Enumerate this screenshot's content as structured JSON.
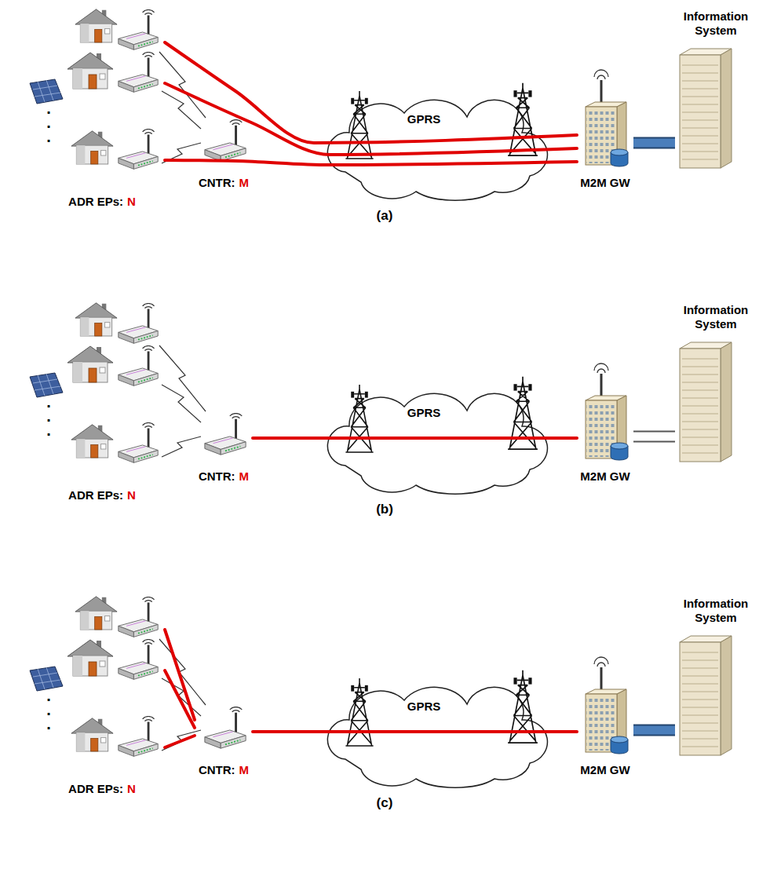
{
  "diagram": {
    "nodes": [
      {
        "text": [
          "ADR EPs:",
          "N"
        ]
      },
      {
        "text": [
          "CNTR:",
          "M"
        ]
      },
      {
        "text": [
          "GPRS"
        ]
      },
      {
        "text": [
          "M2M GW"
        ]
      },
      {
        "text": [
          "Information System"
        ]
      },
      {
        "text": [
          "ADR EPs:",
          "N"
        ]
      },
      {
        "text": [
          "CNTR:",
          "M"
        ]
      },
      {
        "text": [
          "GPRS"
        ]
      },
      {
        "text": [
          "M2M GW"
        ]
      },
      {
        "text": [
          "Information System"
        ]
      },
      {
        "text": [
          "ADR EPs:",
          "N"
        ]
      },
      {
        "text": [
          "CNTR:",
          "M"
        ]
      },
      {
        "text": [
          "GPRS"
        ]
      },
      {
        "text": [
          "M2M GW"
        ]
      },
      {
        "text": [
          "Information System"
        ]
      }
    ],
    "edges": [
      {
        "from": 0,
        "to": 3,
        "arrow": "none"
      },
      {
        "from": 0,
        "to": 3,
        "arrow": "none"
      },
      {
        "from": 0,
        "to": 3,
        "arrow": "none"
      },
      {
        "from": 3,
        "to": 4,
        "arrow": "none"
      },
      {
        "from": 6,
        "to": 8,
        "arrow": "none"
      },
      {
        "from": 8,
        "to": 9,
        "arrow": "none"
      },
      {
        "from": 10,
        "to": 11,
        "arrow": "none"
      },
      {
        "from": 10,
        "to": 11,
        "arrow": "none"
      },
      {
        "from": 10,
        "to": 11,
        "arrow": "none"
      },
      {
        "from": 11,
        "to": 13,
        "arrow": "none"
      },
      {
        "from": 13,
        "to": 14,
        "arrow": "none"
      }
    ],
    "labels": [
      ".",
      ".",
      ".",
      "(a)",
      ".",
      ".",
      ".",
      "(b)",
      ".",
      ".",
      ".",
      "(c)"
    ]
  }
}
